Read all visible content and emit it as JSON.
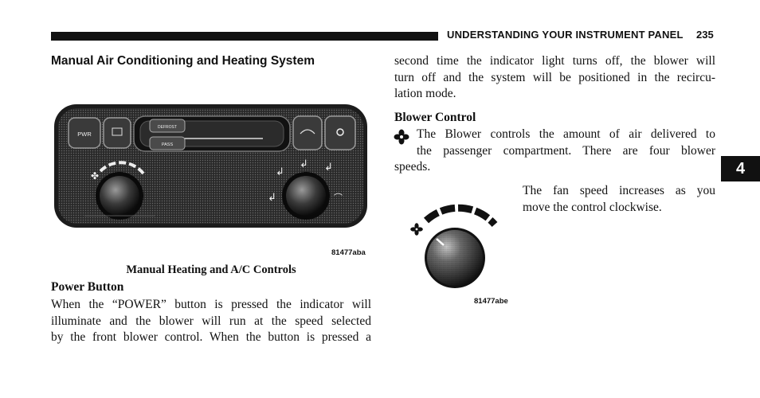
{
  "header": {
    "title": "UNDERSTANDING YOUR INSTRUMENT PANEL",
    "page_number": "235"
  },
  "chapter_tab": "4",
  "section_title": "Manual Air Conditioning and Heating System",
  "figure1": {
    "code": "81477aba",
    "caption": "Manual Heating and A/C Controls",
    "buttons": {
      "power": "PWR",
      "defrost": "DEFROST",
      "pass": "PASS"
    }
  },
  "power_button": {
    "heading": "Power Button",
    "lines": [
      "When the “POWER” button is pressed the indicator will",
      "illuminate and the blower will run at the speed selected",
      "by the front blower control. When the button is pressed a"
    ]
  },
  "continuation": {
    "lines": [
      "second time the indicator light turns off, the blower will",
      "turn off and the system will be positioned in the recircu-",
      "lation mode."
    ]
  },
  "blower_control": {
    "heading": "Blower Control",
    "lines": [
      "The Blower controls the amount of air delivered to",
      "the passenger compartment. There are four blower",
      "speeds."
    ],
    "side_lines": [
      "The fan speed increases as you",
      "move the control clockwise."
    ]
  },
  "figure2": {
    "code": "81477abe"
  }
}
